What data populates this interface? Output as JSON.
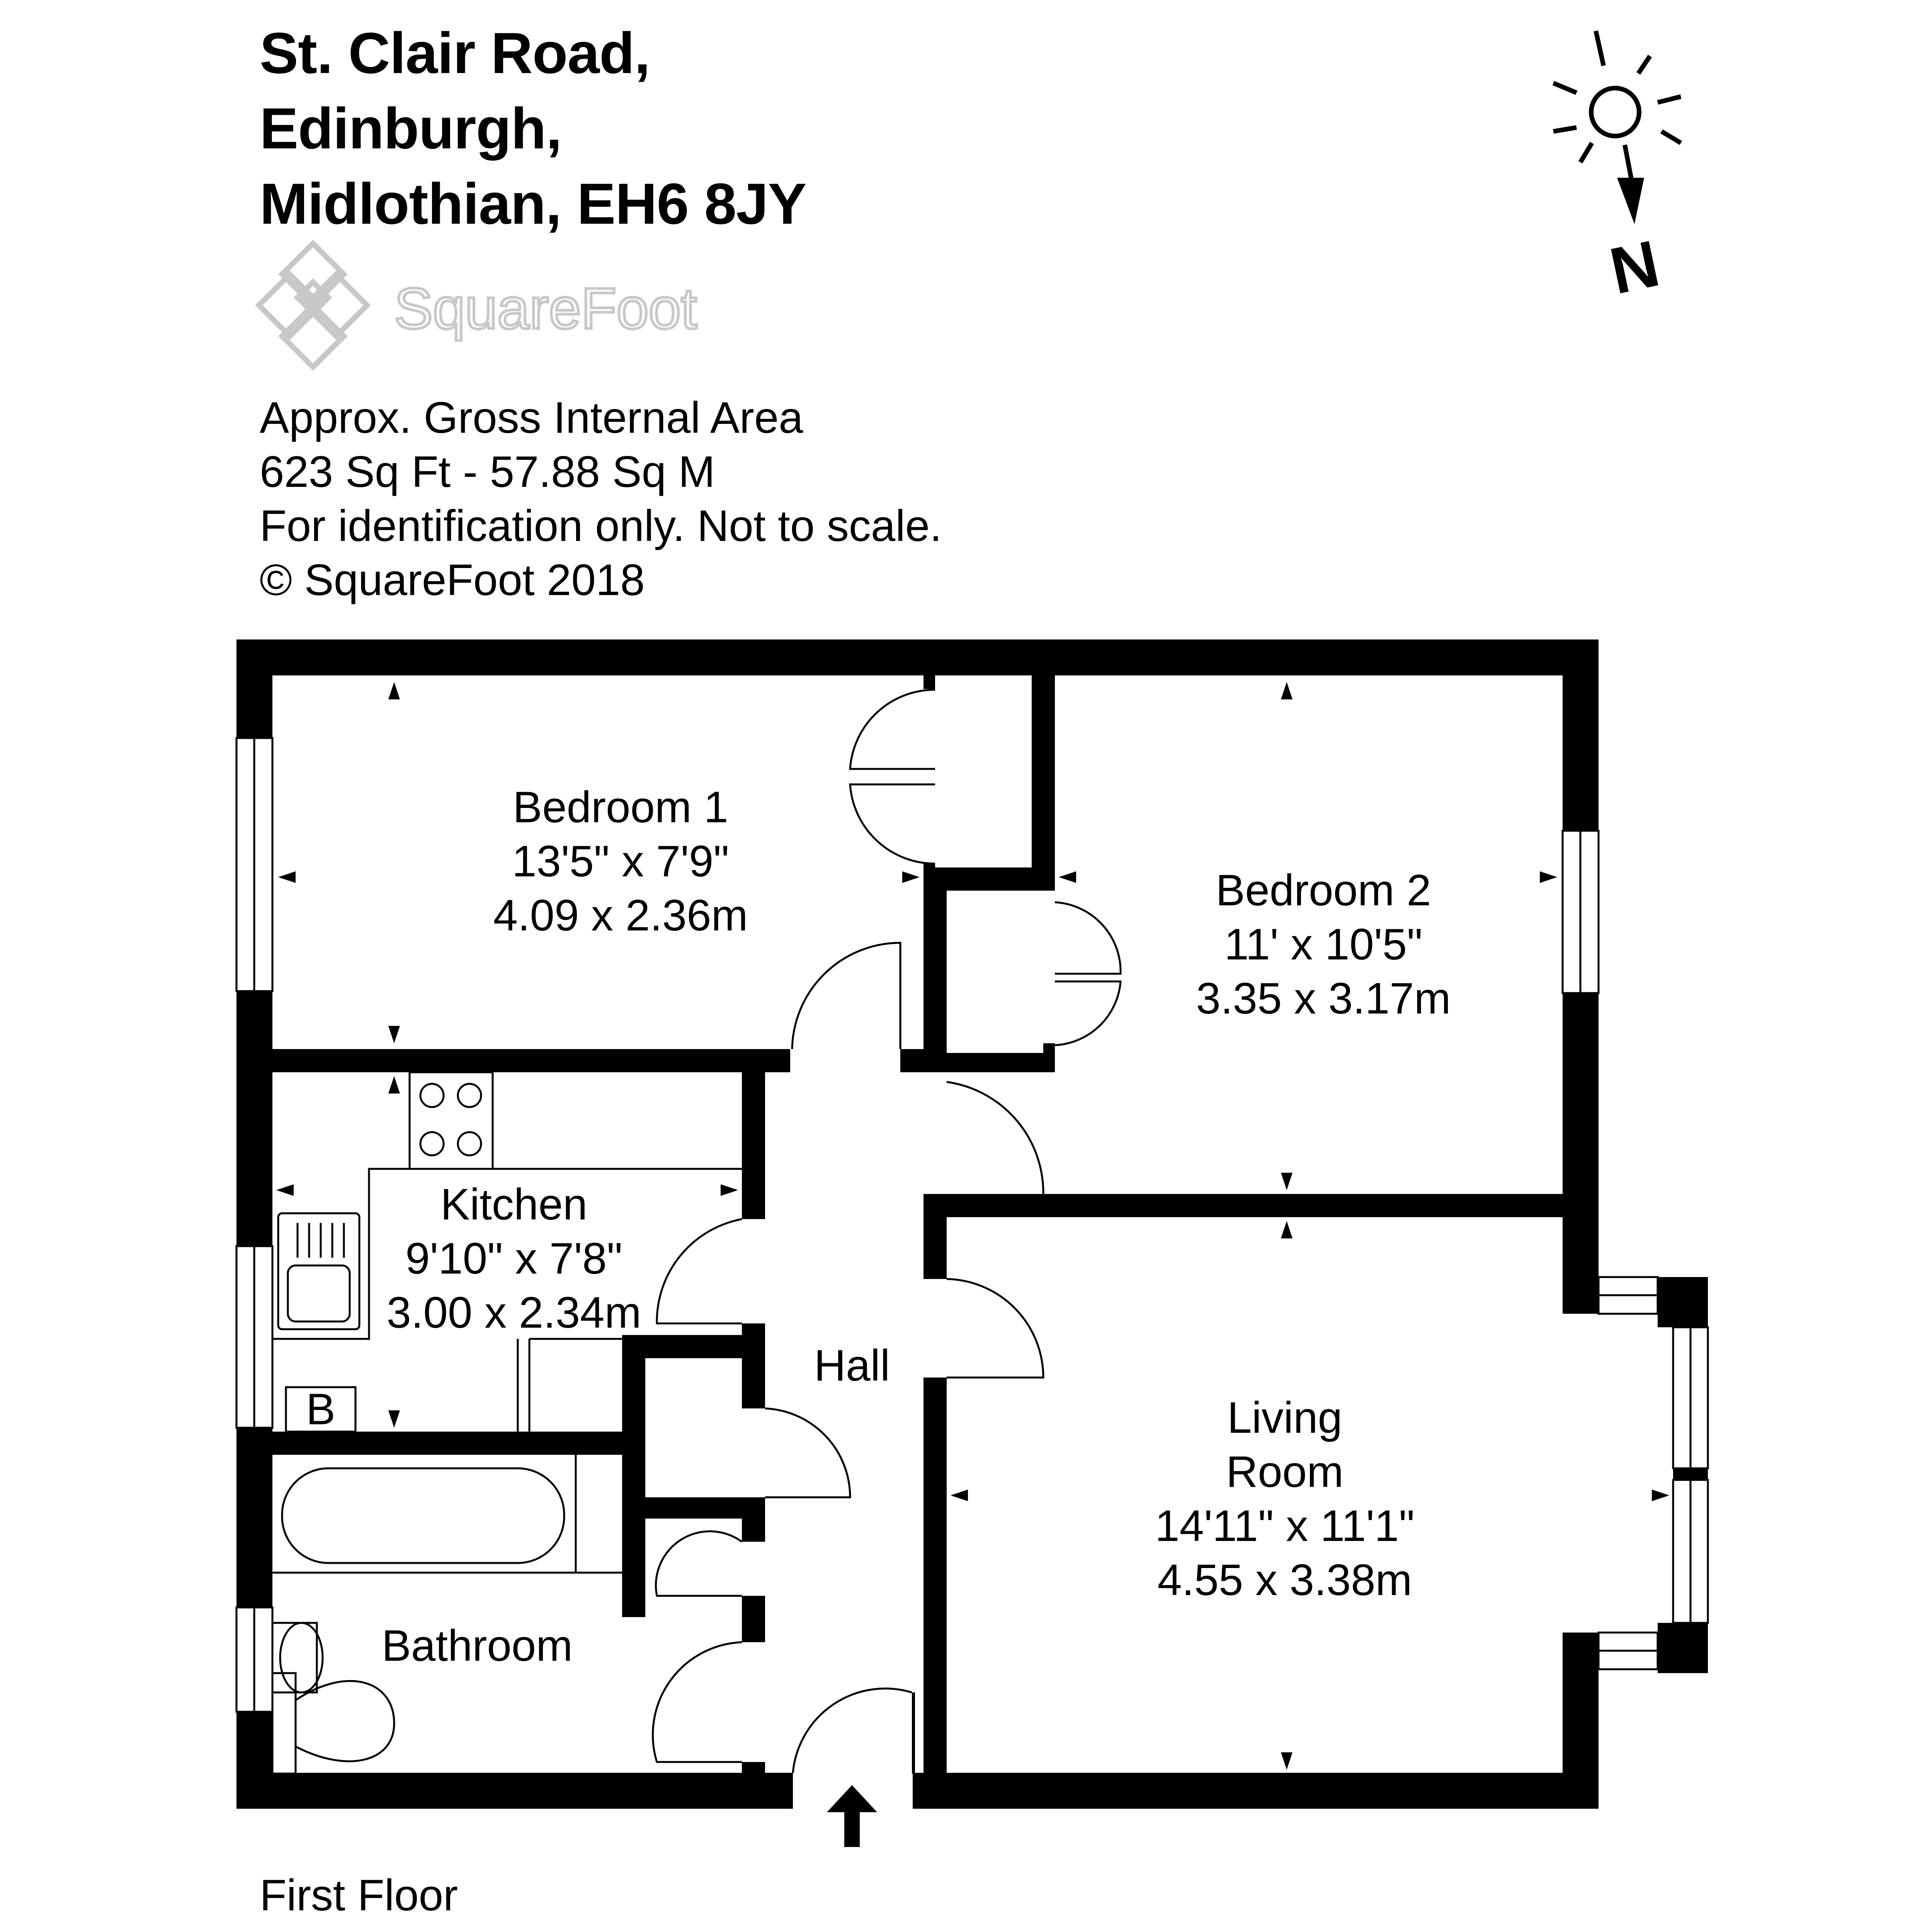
{
  "address": {
    "line1": "St. Clair Road,",
    "line2": "Edinburgh,",
    "line3": "Midlothian, EH6 8JY"
  },
  "logo": {
    "text": "SquareFoot",
    "color": "#c8c8c8"
  },
  "info": {
    "line1": "Approx. Gross Internal Area",
    "line2": "623 Sq Ft  -  57.88 Sq M",
    "line3": "For identification only. Not to scale.",
    "line4": "© SquareFoot 2018"
  },
  "compass": {
    "north_label": "N",
    "icon": "sun-north-compass-icon"
  },
  "rooms": {
    "bedroom1": {
      "name": "Bedroom 1",
      "imperial": "13'5\" x 7'9\"",
      "metric": "4.09 x 2.36m"
    },
    "bedroom2": {
      "name": "Bedroom 2",
      "imperial": "11' x 10'5\"",
      "metric": "3.35 x 3.17m"
    },
    "kitchen": {
      "name": "Kitchen",
      "imperial": "9'10\" x 7'8\"",
      "metric": "3.00 x 2.34m"
    },
    "hall": {
      "name": "Hall"
    },
    "living": {
      "name1": "Living",
      "name2": "Room",
      "imperial": "14'11\" x 11'1\"",
      "metric": "4.55 x 3.38m"
    },
    "bathroom": {
      "name": "Bathroom"
    },
    "boiler": {
      "label": "B"
    }
  },
  "floor_label": "First Floor",
  "colors": {
    "wall": "#000000",
    "line": "#000000",
    "logo": "#c8c8c8",
    "background": "#ffffff"
  }
}
